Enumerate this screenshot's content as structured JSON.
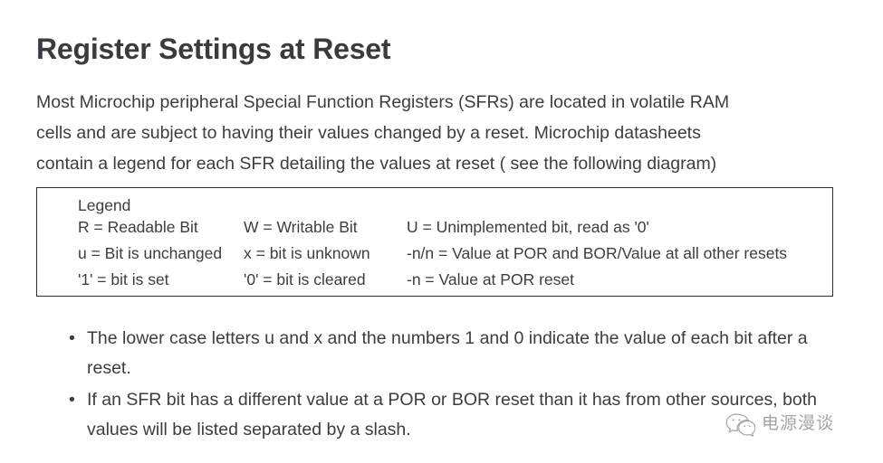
{
  "document": {
    "title": "Register Settings at Reset",
    "intro_paragraph": {
      "line1": "Most Microchip peripheral Special Function Registers (SFRs) are located in volatile RAM",
      "line2": "cells and are subject to having their values changed by a reset. Microchip datasheets",
      "line3": "contain a legend for each SFR detailing the values at reset ( see the following diagram)"
    },
    "legend": {
      "heading": "Legend",
      "rows": [
        {
          "col1": "R = Readable Bit",
          "col2": "W = Writable Bit",
          "col3": "U = Unimplemented bit, read as '0'"
        },
        {
          "col1": "u = Bit is unchanged",
          "col2": "x = bit is unknown",
          "col3": "-n/n = Value at POR and BOR/Value at all other resets"
        },
        {
          "col1": "'1' = bit is set",
          "col2": "'0' = bit is cleared",
          "col3": "-n = Value at POR reset"
        }
      ]
    },
    "bullets": [
      "The lower case letters u and x and the numbers 1 and 0 indicate the value of each bit after a reset.",
      "If an SFR bit has a different value at a POR or BOR reset than it has from other sources, both values will be listed separated by a slash."
    ],
    "bullet_marker": "•",
    "watermark": {
      "icon": "wechat-icon",
      "text": "电源漫谈"
    },
    "colors": {
      "text": "#3c3c42",
      "title": "#3a3a40",
      "border": "#2e2e32",
      "background": "#ffffff",
      "watermark": "#6d6d72"
    }
  }
}
